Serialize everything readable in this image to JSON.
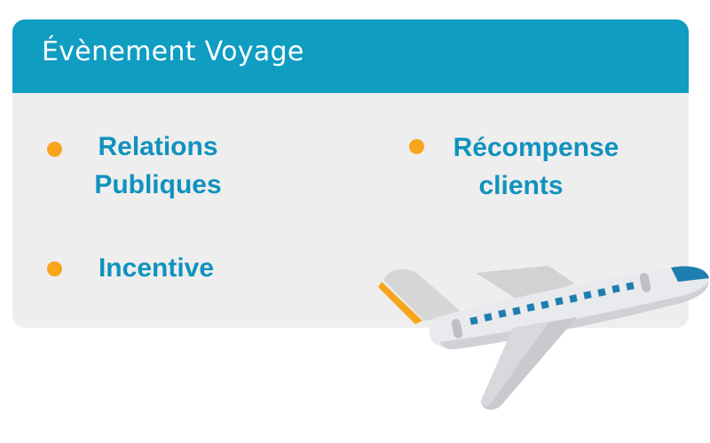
{
  "card": {
    "title": "Évènement Voyage"
  },
  "items": [
    {
      "line1": "Relations",
      "line2": "Publiques"
    },
    {
      "line1": "Récompense",
      "line2": "clients"
    },
    {
      "line1": "Incentive"
    }
  ],
  "illustration": {
    "icon": "airplane-icon"
  },
  "colors": {
    "header": "#0f9dc2",
    "card_background": "#eeeeee",
    "bullet": "#f7a51c",
    "item_text": "#1092be"
  }
}
